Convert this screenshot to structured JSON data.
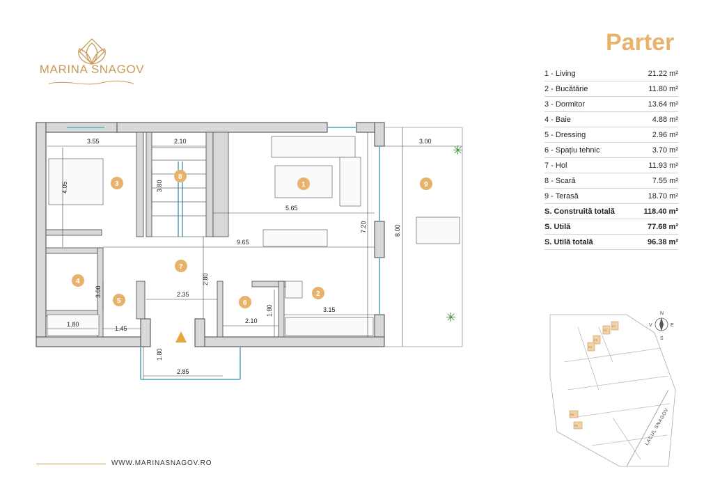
{
  "brand": {
    "name": "MARINA SNAGOV",
    "website": "WWW.MARINASNAGOV.RO"
  },
  "page": {
    "title": "Parter"
  },
  "rooms": [
    {
      "label": "1 - Living",
      "area": "21.22 m²"
    },
    {
      "label": "2 - Bucătărie",
      "area": "11.80 m²"
    },
    {
      "label": "3 - Dormitor",
      "area": "13.64 m²"
    },
    {
      "label": "4 - Baie",
      "area": "4.88 m²"
    },
    {
      "label": "5 - Dressing",
      "area": "2.96 m²"
    },
    {
      "label": "6 - Spațiu tehnic",
      "area": "3.70 m²"
    },
    {
      "label": "7 - Hol",
      "area": "11.93 m²"
    },
    {
      "label": "8 - Scară",
      "area": "7.55 m²"
    },
    {
      "label": "9 - Terasă",
      "area": "18.70 m²"
    }
  ],
  "totals": [
    {
      "label": "S. Construită totală",
      "area": "118.40 m²"
    },
    {
      "label": "S. Utilă",
      "area": "77.68 m²"
    },
    {
      "label": "S. Utilă totală",
      "area": "96.38 m²"
    }
  ],
  "plan": {
    "dimensions": {
      "d1": "3.55",
      "d2": "2.10",
      "d3": "4.05",
      "d4": "3.80",
      "d5": "5.65",
      "d6": "9.65",
      "d7": "7.20",
      "d8": "8.00",
      "d9": "3.00",
      "d10": "3.00",
      "d11": "2.35",
      "d12": "2.80",
      "d13": "1.80",
      "d14": "2.10",
      "d15": "3.15",
      "d16": "1.80",
      "d17": "1.45",
      "d18": "1.80",
      "d19": "2.85"
    },
    "badges": [
      "1",
      "2",
      "3",
      "4",
      "5",
      "6",
      "7",
      "8",
      "9"
    ]
  },
  "site_map": {
    "compass": {
      "n": "N",
      "s": "S",
      "e": "E",
      "v": "V"
    },
    "lake_label": "LACUL SNAGOV",
    "lot_labels": [
      "F1",
      "F2",
      "F3",
      "F4",
      "F5",
      "F6"
    ]
  },
  "colors": {
    "accent": "#e8b26a",
    "wall": "#d9d9d9",
    "glass": "#7fb6c9"
  }
}
